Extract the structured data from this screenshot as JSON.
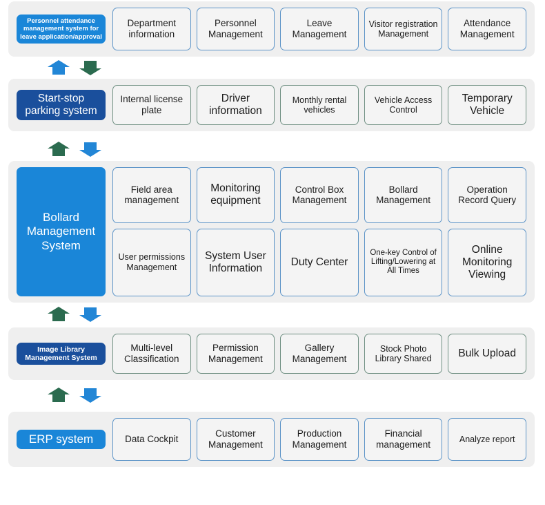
{
  "palette": {
    "panel_bg": "#efefef",
    "module_bg": "#f4f4f4",
    "blue_bright": "#1a86d8",
    "blue_dark": "#1a4f9c",
    "border_blue": "#5b93c7",
    "border_green": "#6f8f82",
    "arrow_blue": "#2286d6",
    "arrow_green": "#2b6b4f",
    "text_dark": "#1b1b1b",
    "text_light": "#ffffff"
  },
  "groups": [
    {
      "id": "hr",
      "system": "Personnel attendance management system for leave application/approval",
      "system_color": "#1a86d8",
      "border_style": "blue",
      "rows": [
        [
          "Department information",
          "Personnel Management",
          "Leave Management",
          "Visitor registration Management",
          "Attendance Management"
        ]
      ]
    },
    {
      "id": "parking",
      "system": "Start-stop parking system",
      "system_color": "#1a4f9c",
      "border_style": "green",
      "rows": [
        [
          "Internal license plate",
          "Driver information",
          "Monthly rental vehicles",
          "Vehicle Access Control",
          "Temporary Vehicle"
        ]
      ]
    },
    {
      "id": "bollard",
      "system": "Bollard Management System",
      "system_color": "#1a86d8",
      "border_style": "blue",
      "rows": [
        [
          "Field area management",
          "Monitoring equipment",
          "Control Box Management",
          "Bollard Management",
          "Operation Record Query"
        ],
        [
          "User permissions Management",
          "System User Information",
          "Duty Center",
          "One-key Control of Lifting/Lowering at All Times",
          "Online Monitoring Viewing"
        ]
      ]
    },
    {
      "id": "image",
      "system": "Image Library Management System",
      "system_color": "#1a4f9c",
      "border_style": "green",
      "rows": [
        [
          "Multi-level Classification",
          "Permission Management",
          "Gallery Management",
          "Stock Photo Library Shared",
          "Bulk Upload"
        ]
      ]
    },
    {
      "id": "erp",
      "system": "ERP system",
      "system_color": "#1a86d8",
      "border_style": "blue",
      "rows": [
        [
          "Data Cockpit",
          "Customer Management",
          "Production Management",
          "Financial management",
          "Analyze report"
        ]
      ]
    }
  ],
  "connectors": [
    {
      "id": "c1",
      "left_arrow": "arrow-up-blue-icon",
      "right_arrow": "arrow-down-green-icon"
    },
    {
      "id": "c2",
      "left_arrow": "arrow-up-green-icon",
      "right_arrow": "arrow-down-blue-icon"
    },
    {
      "id": "c3",
      "left_arrow": "arrow-up-green-icon",
      "right_arrow": "arrow-down-blue-icon"
    },
    {
      "id": "c4",
      "left_arrow": "arrow-up-green-icon",
      "right_arrow": "arrow-down-blue-icon"
    }
  ]
}
